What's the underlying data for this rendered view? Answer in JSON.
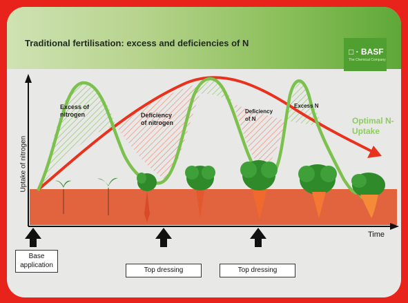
{
  "slide": {
    "title": "Traditional fertilisation: excess and deficiencies of N",
    "logo": {
      "text": "□ · BASF",
      "tagline": "The Chemical Company"
    }
  },
  "axes": {
    "y_label": "Uptake of nitrogen",
    "x_label": "Time"
  },
  "annotations": {
    "excess1": [
      "Excess of",
      "nitrogen"
    ],
    "deficiency1": [
      "Deficiency",
      "of nitrogen"
    ],
    "deficiency2": [
      "Deficiency",
      "of N"
    ],
    "excess2": "Excess N",
    "optimal": [
      "Optimal N-",
      "Uptake"
    ]
  },
  "applications": {
    "base": [
      "Base",
      "application"
    ],
    "top1": "Top dressing",
    "top2": "Top dressing"
  },
  "colors": {
    "background_red": "#e8231b",
    "soil": "#e2643f",
    "actual_uptake_green": "#7cc14e",
    "optimal_uptake_red": "#e8321e",
    "plant_green": "#2f8a2a"
  },
  "icons": [
    "arrow-up-icon",
    "plant-icon",
    "carrot-icon"
  ]
}
